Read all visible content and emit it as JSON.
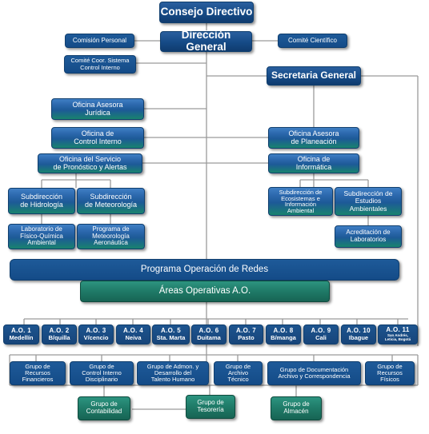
{
  "org_chart": {
    "consejo": "Consejo Directivo",
    "direccion": "Dirección General",
    "comision_personal": "Comisión Personal",
    "comite_cientifico": "Comité Científico",
    "comite_control": "Comité Coor. Sistema\nControl Interno",
    "secretaria": "Secretaria General",
    "asesora_juridica": "Oficina Asesora\nJurídica",
    "control_interno": "Oficina de\nControl Interno",
    "servicio_pronostico": "Oficina del Servicio\nde Pronóstico y Alertas",
    "asesora_planeacion": "Oficina Asesora\nde Planeación",
    "informatica": "Oficina de\nInformática",
    "sub_hidrologia": "Subdirección\nde Hidrología",
    "sub_meteorologia": "Subdirección\nde Meteorología",
    "sub_ecosistemas": "Subdirección de\nEcosistemas e\nInformación\nAmbiental",
    "sub_estudios": "Subdirección de\nEstudios\nAmbientales",
    "lab_fisico": "Laboratorio de\nFísico-Química\nAmbiental",
    "prog_meteorologia": "Programa de\nMeteorología\nAeronáutica",
    "acreditacion": "Acreditación de\nLaboratorios",
    "programa_redes": "Programa Operación de Redes",
    "areas_operativas": "Áreas Operativas A.O.",
    "areas": [
      {
        "code": "A.O. 1",
        "name": "Medellín"
      },
      {
        "code": "A.O. 2",
        "name": "B/quilla"
      },
      {
        "code": "A.O. 3",
        "name": "V/cencio"
      },
      {
        "code": "A.O. 4",
        "name": "Neiva"
      },
      {
        "code": "A.O. 5",
        "name": "Sta. Marta"
      },
      {
        "code": "A.O. 6",
        "name": "Duitama"
      },
      {
        "code": "A.O. 7",
        "name": "Pasto"
      },
      {
        "code": "A.O. 8",
        "name": "B/manga"
      },
      {
        "code": "A.O. 9",
        "name": "Cali"
      },
      {
        "code": "A.O. 10",
        "name": "Ibague"
      },
      {
        "code": "A.O. 11",
        "name": "San Andrés,\nLeticia, Bogotá"
      }
    ],
    "grupos_top": [
      "Grupo de\nRecursos\nFinancieros",
      "Grupo de\nControl Interno\nDisciplinario",
      "Grupo de Admon. y\nDesarrollo del\nTalento Humano",
      "Grupo de\nArchivo\nTécnico",
      "Grupo de Documentación\nArchivo y Correspondencia",
      "Grupo de\nRecursos\nFísicos"
    ],
    "grupos_bottom": [
      "Grupo de\nContabilidad",
      "Grupo de\nTesorería",
      "Grupo de\nAlmacén"
    ],
    "colors": {
      "line": "#9a9a9a",
      "box_blue": "#1d5a97",
      "box_green": "#19836e",
      "box_dark": "#144b87"
    }
  }
}
